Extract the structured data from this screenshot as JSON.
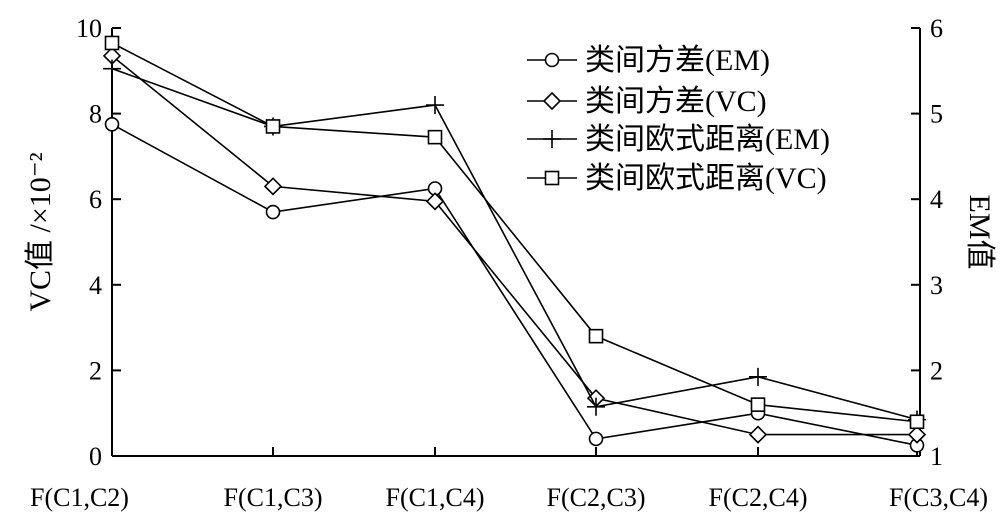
{
  "chart_data": {
    "type": "line",
    "categories": [
      "F(C1,C2)",
      "F(C1,C3)",
      "F(C1,C4)",
      "F(C2,C3)",
      "F(C2,C4)",
      "F(C3,C4)"
    ],
    "ylabel_left": "VC值 /×10⁻²",
    "ylabel_right": "EM值",
    "ylim_left": [
      0,
      10
    ],
    "yticks_left": [
      0,
      2,
      4,
      6,
      8,
      10
    ],
    "ylim_right": [
      1,
      6
    ],
    "yticks_right": [
      1,
      2,
      3,
      4,
      5,
      6
    ],
    "legend_position": "top-right",
    "grid": false,
    "series": [
      {
        "name": "类间方差(EM)",
        "marker": "circle",
        "axis": "left",
        "values": [
          7.75,
          5.7,
          6.25,
          0.4,
          1.0,
          0.25
        ]
      },
      {
        "name": "类间方差(VC)",
        "marker": "diamond",
        "axis": "left",
        "values": [
          9.35,
          6.3,
          5.95,
          1.35,
          0.5,
          0.5
        ]
      },
      {
        "name": "类间欧式距离(EM)",
        "marker": "plus",
        "axis": "left",
        "values": [
          9.05,
          7.7,
          8.2,
          1.15,
          1.85,
          0.85
        ]
      },
      {
        "name": "类间欧式距离(VC)",
        "marker": "square",
        "axis": "left",
        "values": [
          9.65,
          7.7,
          7.45,
          2.8,
          1.2,
          0.8
        ]
      }
    ]
  }
}
